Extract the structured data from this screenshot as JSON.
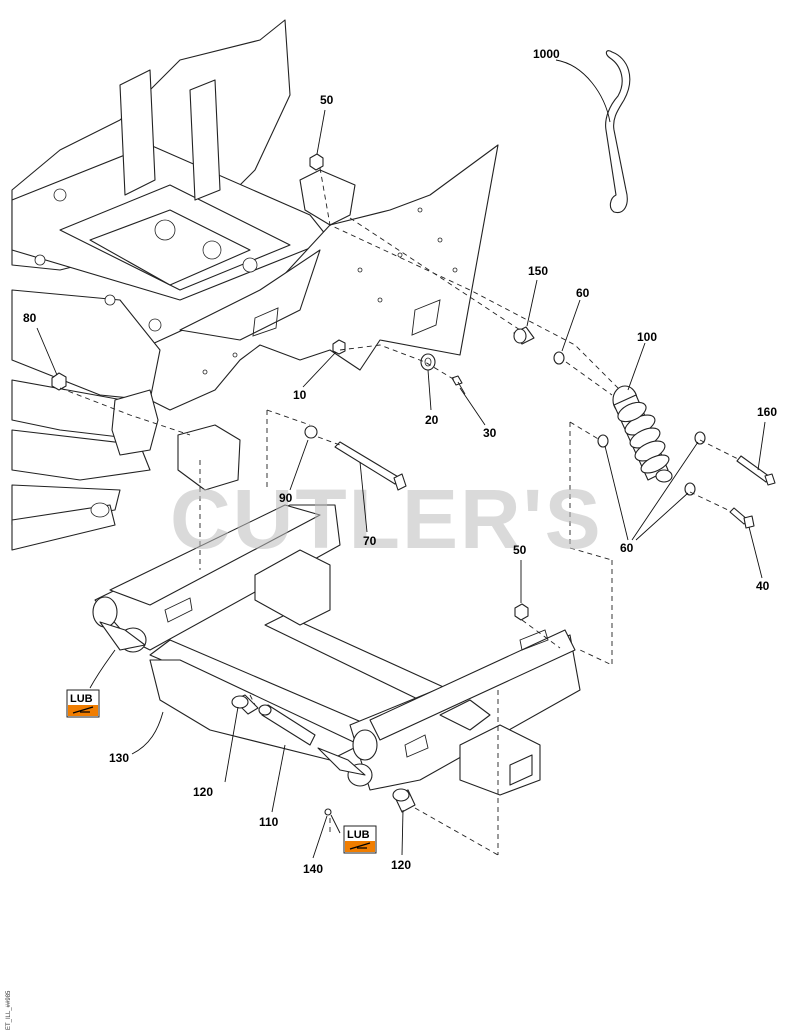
{
  "watermark": "CUTLER'S",
  "callouts": {
    "c1000": "1000",
    "c50a": "50",
    "c150": "150",
    "c60a": "60",
    "c100": "100",
    "c80": "80",
    "c10": "10",
    "c20": "20",
    "c30": "30",
    "c160": "160",
    "c90": "90",
    "c70": "70",
    "c60b": "60",
    "c50b": "50",
    "c40": "40",
    "c130": "130",
    "c120a": "120",
    "c110": "110",
    "c140": "140",
    "c120b": "120"
  },
  "lub_labels": {
    "lub1": "LUB",
    "lub2": "LUB"
  },
  "lub_color": "#f07d00",
  "doc_id": "ET_ILL_##985"
}
